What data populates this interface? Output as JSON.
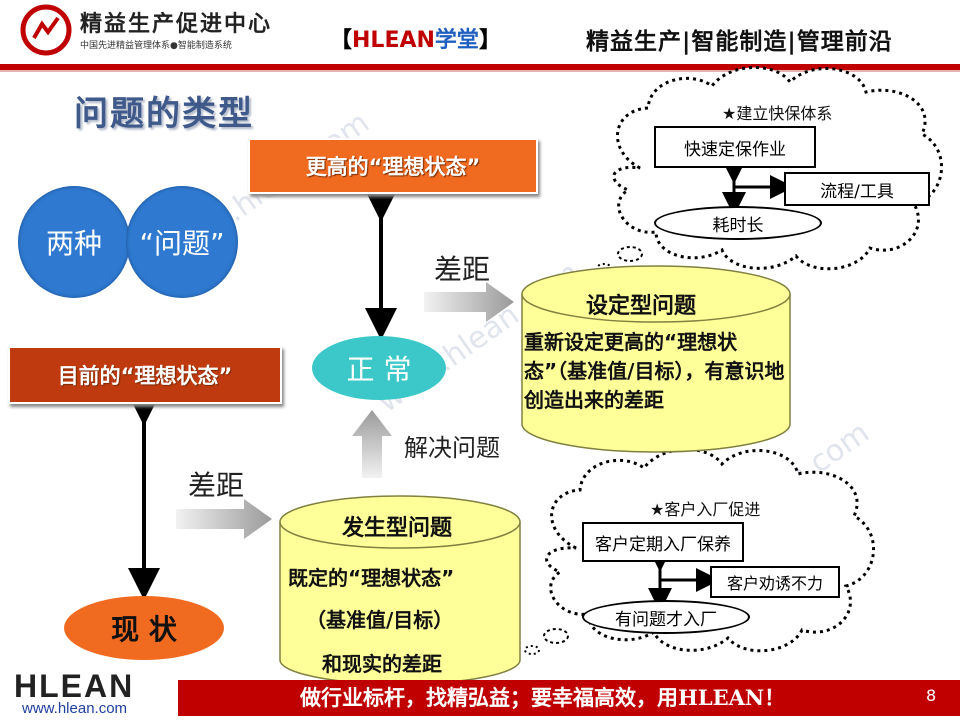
{
  "header": {
    "brand_name": "精益生产促进中心",
    "brand_sub": "中国先进精益管理体系●智能制造系统",
    "center_brand_open": "【",
    "center_brand_h": "HLEAN",
    "center_brand_x": "学堂",
    "center_brand_close": "】",
    "tagline": "精益生产|智能制造|管理前沿"
  },
  "slide": {
    "title": "问题的类型",
    "circle_left": "两种",
    "circle_right": "“问题”",
    "higher_ideal": "更高的“理想状态”",
    "current_ideal": "目前的“理想状态”",
    "normal": "正 常",
    "current_state": "现 状",
    "gap_top": "差距",
    "gap_bottom": "差距",
    "solve": "解决问题",
    "set_type": {
      "title": "设定型问题",
      "text": "重新设定更高的“理想状态”（基准值/目标），有意识地创造出来的差距"
    },
    "occur_type": {
      "title": "发生型问题",
      "line1": "既定的“理想状态”",
      "line2": "（基准值/目标）",
      "line3": "和现实的差距"
    },
    "cloud_top": {
      "title": "★建立快保体系",
      "box_main": "快速定保作业",
      "box_side": "流程/工具",
      "ellipse": "耗时长"
    },
    "cloud_bottom": {
      "title": "★客户入厂促进",
      "box_main": "客户定期入厂保养",
      "box_side": "客户劝诱不力",
      "ellipse": "有问题才入厂"
    }
  },
  "watermark": "www.hlean.com",
  "footer": {
    "logo": "HLEAN",
    "url": "www.hlean.com",
    "slogan": "做行业标杆，找精弘益；要幸福高效，用HLEAN！",
    "page": "8"
  },
  "colors": {
    "accent_red": "#c00000",
    "orange": "#f06a20",
    "blue": "#2f7ad0",
    "teal": "#3cc8c8",
    "cylinder": "#ffff99"
  }
}
